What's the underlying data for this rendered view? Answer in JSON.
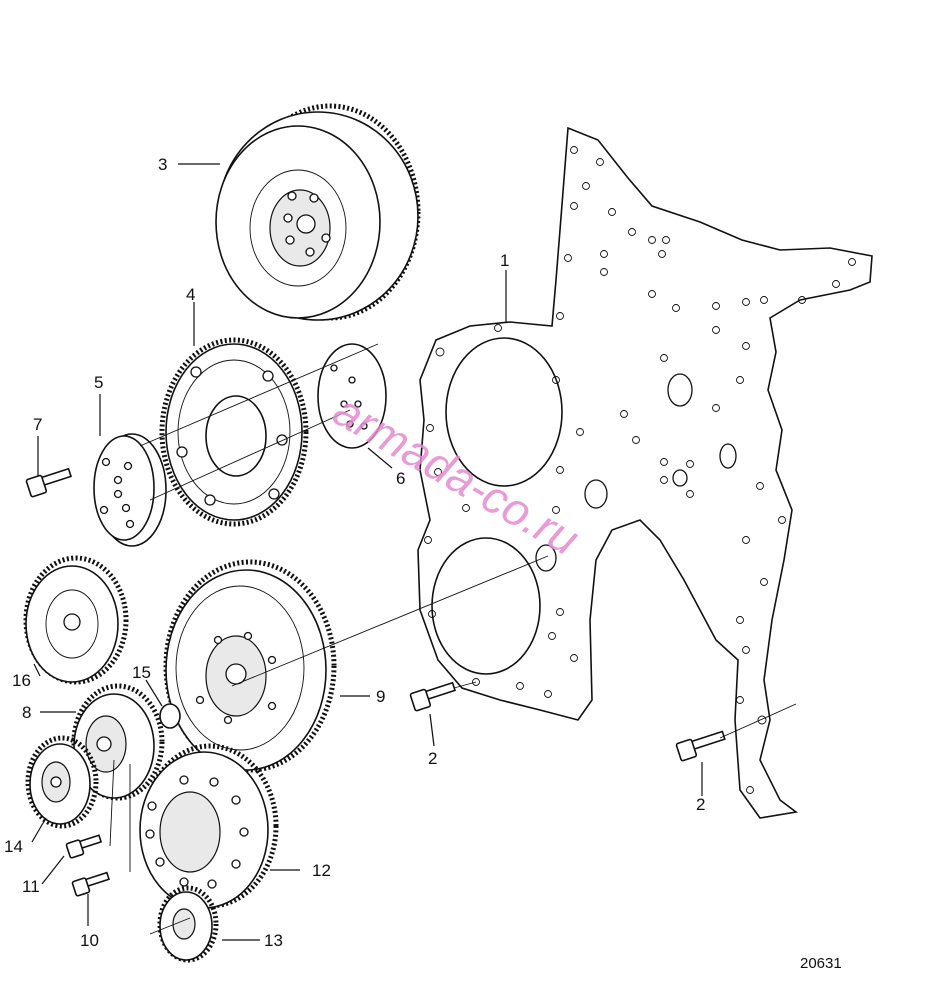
{
  "labels": {
    "l1": "1",
    "l2a": "2",
    "l2b": "2",
    "l3": "3",
    "l4": "4",
    "l5": "5",
    "l6": "6",
    "l7": "7",
    "l8": "8",
    "l9": "9",
    "l10": "10",
    "l11": "11",
    "l12": "12",
    "l13": "13",
    "l14": "14",
    "l15": "15",
    "l16": "16"
  },
  "reference_number": "20631",
  "watermark": "armada-co.ru"
}
